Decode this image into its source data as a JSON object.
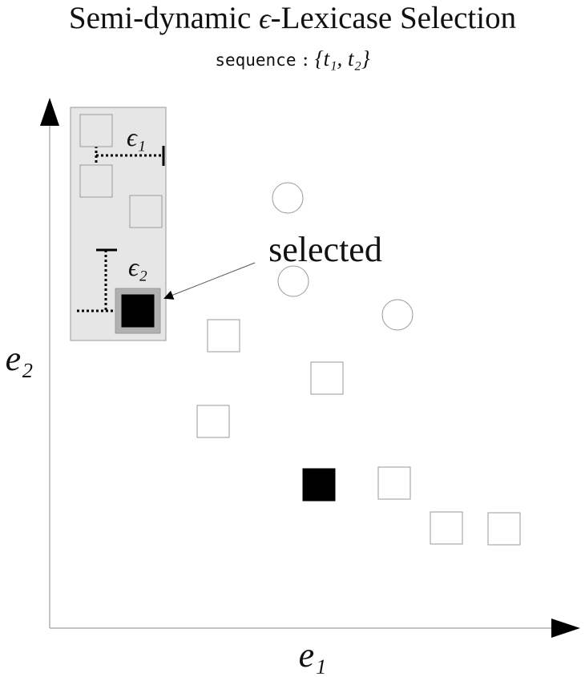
{
  "title": {
    "prefix": "Semi-dynamic ",
    "epsilon": "ϵ",
    "suffix": "-Lexicase Selection"
  },
  "subtitle": {
    "keyword": "sequence",
    "separator": " : ",
    "set_text": "{t₁, t₂}"
  },
  "axes": {
    "x_label": "e₁",
    "y_label": "e₂"
  },
  "annotations": {
    "epsilon_1": "ϵ₁",
    "epsilon_2": "ϵ₂",
    "selected_label": "selected"
  },
  "colors": {
    "background": "#ffffff",
    "axis": "#b0b0b0",
    "arrowhead": "#000000",
    "highlight_region": "#e6e6e6",
    "highlight_border": "#9a9a9a",
    "marker_outline": "#9a9a9a",
    "marker_selected": "#000000",
    "selected_halo": "#b0b0b0",
    "dotted_line": "#000000"
  },
  "points": [
    {
      "shape": "square",
      "state": "outline",
      "in_pool": true
    },
    {
      "shape": "square",
      "state": "outline",
      "in_pool": true
    },
    {
      "shape": "square",
      "state": "outline",
      "in_pool": true
    },
    {
      "shape": "square",
      "state": "selected",
      "in_pool": true
    },
    {
      "shape": "circle",
      "state": "outline",
      "in_pool": false
    },
    {
      "shape": "circle",
      "state": "outline",
      "in_pool": false
    },
    {
      "shape": "circle",
      "state": "outline",
      "in_pool": false
    },
    {
      "shape": "square",
      "state": "outline",
      "in_pool": false
    },
    {
      "shape": "square",
      "state": "outline",
      "in_pool": false
    },
    {
      "shape": "square",
      "state": "outline",
      "in_pool": false
    },
    {
      "shape": "square",
      "state": "filled",
      "in_pool": false
    },
    {
      "shape": "square",
      "state": "outline",
      "in_pool": false
    },
    {
      "shape": "square",
      "state": "outline",
      "in_pool": false
    },
    {
      "shape": "square",
      "state": "outline",
      "in_pool": false
    }
  ]
}
